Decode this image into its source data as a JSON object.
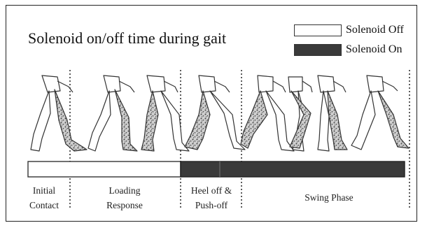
{
  "title": "Solenoid on/off time during gait",
  "legend": {
    "off_label": "Solenoid Off",
    "on_label": "Solenoid On",
    "off_color": "#ffffff",
    "on_color": "#3a3a3a"
  },
  "phases": [
    {
      "line1": "Initial",
      "line2": "Contact"
    },
    {
      "line1": "Loading",
      "line2": "Response"
    },
    {
      "line1": "Heel off &",
      "line2": "Push-off"
    },
    {
      "line1": "Swing Phase",
      "line2": ""
    }
  ],
  "figures": {
    "count": 8,
    "icon": "walking-leg-figure-icon",
    "leg_pattern": "speckled-stippled"
  }
}
